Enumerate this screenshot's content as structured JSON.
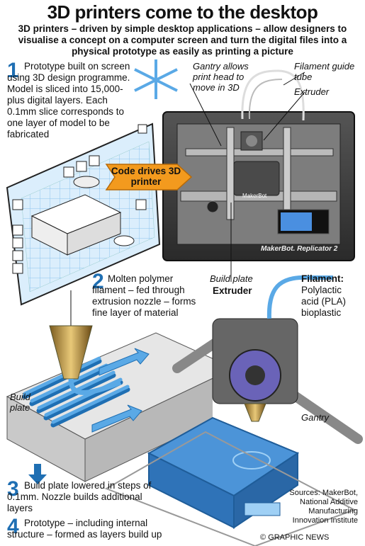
{
  "title": "3D printers come to the desktop",
  "subtitle": "3D printers – driven by simple desktop applications – allow designers to visualise a concept on a computer screen and turn the digital files into a physical prototype as easily as printing a picture",
  "steps": [
    {
      "num": "1",
      "text": "Prototype built on screen using 3D design programme. Model is sliced into 15,000-plus digital layers. Each 0.1mm slice corresponds to one layer of model to be fabricated"
    },
    {
      "num": "2",
      "text": "Molten polymer filament – fed through extrusion nozzle – forms fine layer of material"
    },
    {
      "num": "3",
      "text": "Build plate lowered in steps of 0.1mm. Nozzle builds additional layers"
    },
    {
      "num": "4",
      "text": "Prototype – including internal structure – formed as layers build up"
    }
  ],
  "labels": {
    "gantry_allows": "Gantry allows print head to move in 3D",
    "filament_guide": "Filament guide tube",
    "extruder_top": "Extruder",
    "code_drives": "Code drives 3D printer",
    "build_plate_mid": "Build plate",
    "extruder_mid": "Extruder",
    "filament_title": "Filament:",
    "filament_desc": "Polylactic acid (PLA) bioplastic",
    "build_plate_left": "Build plate",
    "gantry": "Gantry",
    "printer_brand": "MakerBot. Replicator 2",
    "printer_small": "MakerBot"
  },
  "sources": "Sources: MakerBot, National Additive Manufacturing Innovation Institute",
  "credit": "© GRAPHIC NEWS",
  "colors": {
    "accent_blue": "#1f6fb3",
    "light_blue": "#5aa9e6",
    "orange": "#f39a1e",
    "printer_dark": "#3a3a3a",
    "screen_blue": "#dbeefc"
  }
}
